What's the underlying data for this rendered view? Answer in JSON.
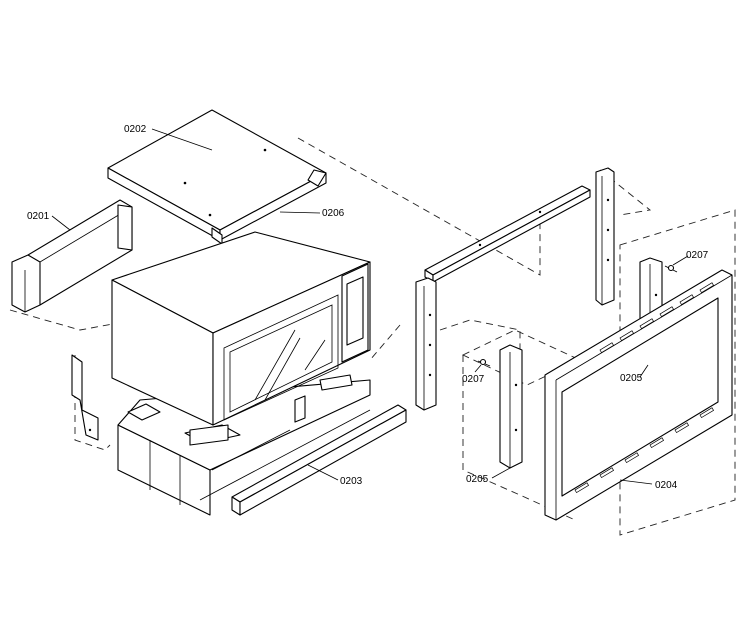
{
  "diagram": {
    "labels": {
      "p0201": "0201",
      "p0202": "0202",
      "p0203": "0203",
      "p0204": "0204",
      "p0205a": "0205",
      "p0205b": "0205",
      "p0206": "0206",
      "p0207a": "0207",
      "p0207b": "0207"
    }
  }
}
